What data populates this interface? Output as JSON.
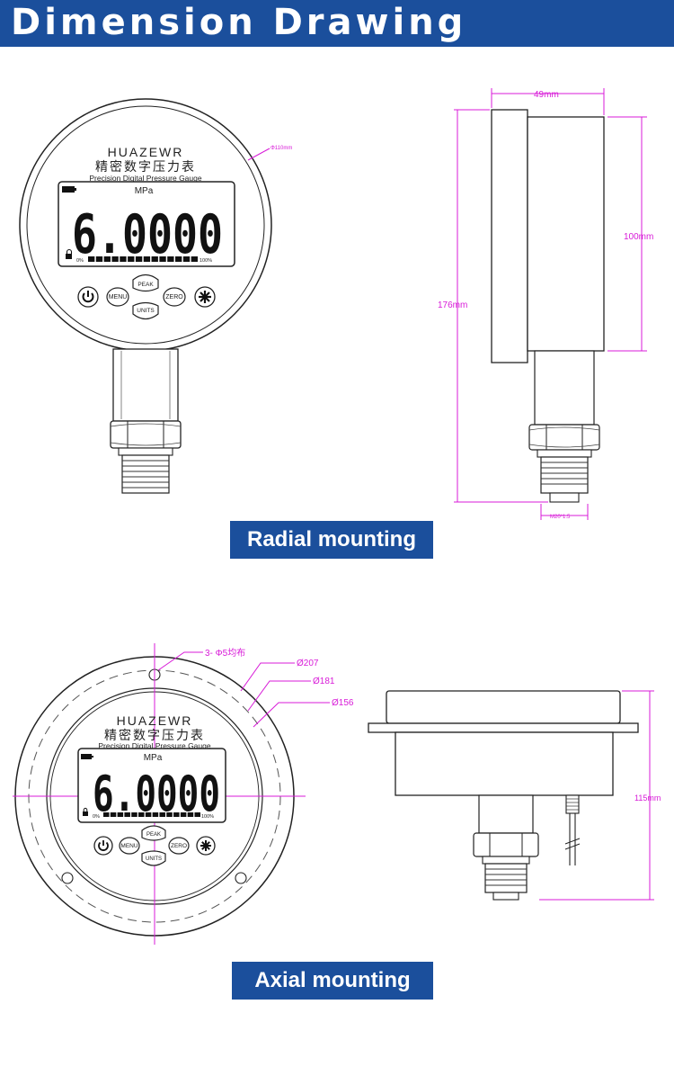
{
  "header": {
    "title": "Dimension Drawing"
  },
  "gauge": {
    "brand": "HUAZEWR",
    "chinese_title": "精密数字压力表",
    "subtitle": "Precision Digital Pressure Gauge",
    "unit": "MPa",
    "reading": "6.0000",
    "scale_min": "0%",
    "scale_max": "100%",
    "progress_fraction": 1.0,
    "buttons": {
      "power_icon": "power-icon",
      "menu": "MENU",
      "peak": "PEAK",
      "units": "UNITS",
      "zero": "ZERO",
      "light_icon": "asterisk-icon"
    }
  },
  "radial": {
    "label": "Radial mounting",
    "dim_diameter": "Φ110mm",
    "dim_width": "49mm",
    "dim_case_height": "100mm",
    "dim_total_height": "176mm",
    "dim_thread": "M20*1.5"
  },
  "axial": {
    "label": "Axial mounting",
    "dim_holes": "3- Φ5均布",
    "dim_d1": "Ø207",
    "dim_d2": "Ø181",
    "dim_d3": "Ø156",
    "dim_height": "115mm"
  },
  "colors": {
    "header_bg": "#1b4f9c",
    "dimension": "#d81bd8",
    "outline": "#222222"
  }
}
